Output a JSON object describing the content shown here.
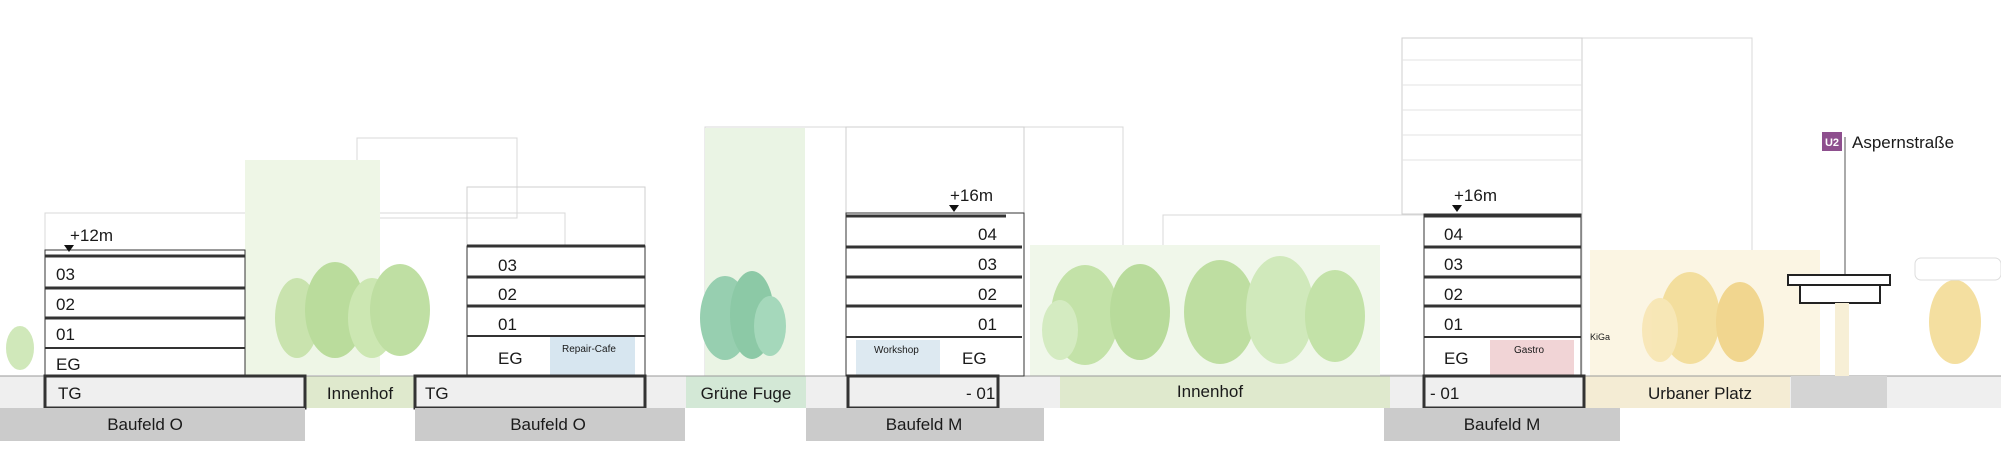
{
  "buildings": [
    {
      "floors": [
        "03",
        "02",
        "01",
        "EG"
      ],
      "basement": "TG",
      "height": "+12m"
    },
    {
      "floors": [
        "03",
        "02",
        "01",
        "EG"
      ],
      "basement": "TG",
      "room": "Repair-Cafe"
    },
    {
      "floors": [
        "04",
        "03",
        "02",
        "01",
        "EG"
      ],
      "basement": "- 01",
      "height": "+16m",
      "room": "Workshop"
    },
    {
      "floors": [
        "04",
        "03",
        "02",
        "01",
        "EG"
      ],
      "basement": "- 01",
      "height": "+16m",
      "room": "Gastro",
      "extra": "KiGa"
    }
  ],
  "plots": [
    "Baufeld O",
    "Baufeld O",
    "Baufeld M",
    "Baufeld M"
  ],
  "spaces": [
    "Innenhof",
    "Grüne Fuge",
    "Innenhof",
    "Urbaner Platz"
  ],
  "metro": {
    "line": "U2",
    "station": "Aspernstraße",
    "color": "#8e4f8e"
  },
  "colors": {
    "tree_green": "#b9dc9a",
    "tree_dark": "#8cc9a6",
    "tree_yellow": "#f3dc96",
    "ground": "#ccd9b4",
    "plot_bar": "#cbcbcb",
    "repair_cafe": "#d7e6f0",
    "gastro": "#f1d4d6"
  }
}
